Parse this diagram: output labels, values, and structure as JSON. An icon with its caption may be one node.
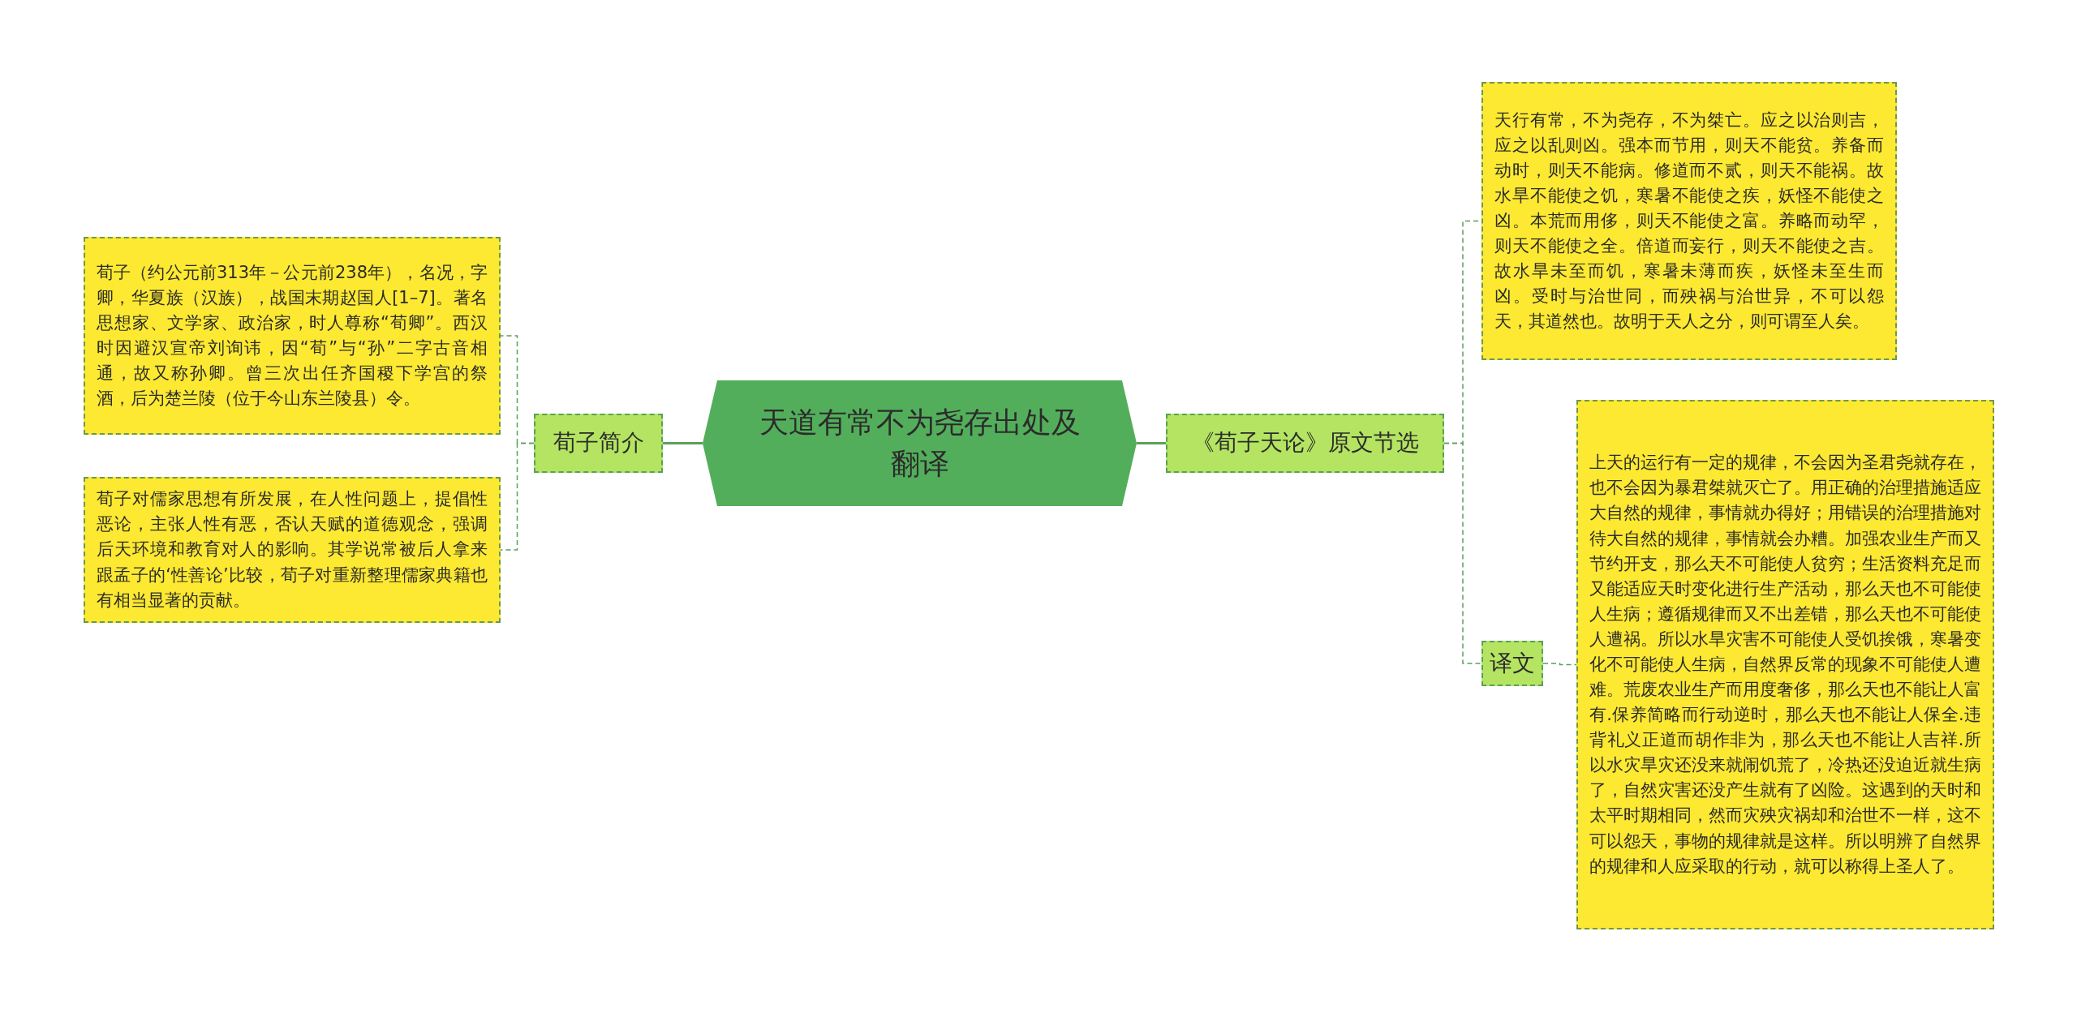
{
  "diagram": {
    "nodes": [
      {
        "text": [
          "天道有常不为尧存出处及翻译"
        ]
      },
      {
        "text": [
          "荀子简介"
        ]
      },
      {
        "text": [
          "荀子（约公元前313年－公元前238年），名况，字卿，华夏族（汉族），战国末期赵国人[1–7]。著名思想家、文学家、政治家，时人尊称“荀卿”。西汉时因避汉宣帝刘询讳，因“荀”与“孙”二字古音相通，故又称孙卿。曾三次出任齐国稷下学宫的祭酒，后为楚兰陵（位于今山东兰陵县）令。"
        ]
      },
      {
        "text": [
          "荀子对儒家思想有所发展，在人性问题上，提倡性恶论，主张人性有恶，否认天赋的道德观念，强调后天环境和教育对人的影响。其学说常被后人拿来跟孟子的‘性善论’比较，荀子对重新整理儒家典籍也有相当显著的贡献。"
        ]
      },
      {
        "text": [
          "《荀子天论》原文节选"
        ]
      },
      {
        "text": [
          "天行有常，不为尧存，不为桀亡。应之以治则吉，应之以乱则凶。强本而节用，则天不能贫。养备而动时，则天不能病。修道而不贰，则天不能祸。故水旱不能使之饥，寒暑不能使之疾，妖怪不能使之凶。本荒而用侈，则天不能使之富。养略而动罕，则天不能使之全。倍道而妄行，则天不能使之吉。故水旱未至而饥，寒暑未薄而疾，妖怪未至生而凶。受时与治世同，而殃祸与治世异，不可以怨天，其道然也。故明于天人之分，则可谓至人矣。"
        ]
      },
      {
        "text": [
          "译文"
        ]
      },
      {
        "text": [
          "上天的运行有一定的规律，不会因为圣君尧就存在，也不会因为暴君桀就灭亡了。用正确的治理措施适应大自然的规律，事情就办得好；用错误的治理措施对待大自然的规律，事情就会办糟。加强农业生产而又节约开支，那么天不可能使人贫穷；生活资料充足而又能适应天时变化进行生产活动，那么天也不可能使人生病；遵循规律而又不出差错，那么天也不可能使人遭祸。所以水旱灾害不可能使人受饥挨饿，寒暑变化不可能使人生病，自然界反常的现象不可能使人遭难。荒废农业生产而用度奢侈，那么天也不能让人富有.保养简略而行动逆时，那么天也不能让人保全.违背礼义正道而胡作非为，那么天也不能让人吉祥.所以水灾旱灾还没来就闹饥荒了，冷热还没迫近就生病了，自然灾害还没产生就有了凶险。这遇到的天时和太平时期相同，然而灾殃灾祸却和治世不一样，这不可以怨天，事物的规律就是这样。所以明辨了自然界的规律和人应采取的行动，就可以称得上圣人了。"
        ]
      }
    ],
    "edges": [
      {
        "from": 0,
        "to": 1,
        "arrow": "none"
      },
      {
        "from": 1,
        "to": 2,
        "arrow": "none",
        "style": "dashed"
      },
      {
        "from": 1,
        "to": 3,
        "arrow": "none",
        "style": "dashed"
      },
      {
        "from": 0,
        "to": 4,
        "arrow": "none"
      },
      {
        "from": 4,
        "to": 5,
        "arrow": "none",
        "style": "dashed"
      },
      {
        "from": 4,
        "to": 6,
        "arrow": "none",
        "style": "dashed"
      },
      {
        "from": 6,
        "to": 7,
        "arrow": "none",
        "style": "dashed"
      }
    ]
  }
}
